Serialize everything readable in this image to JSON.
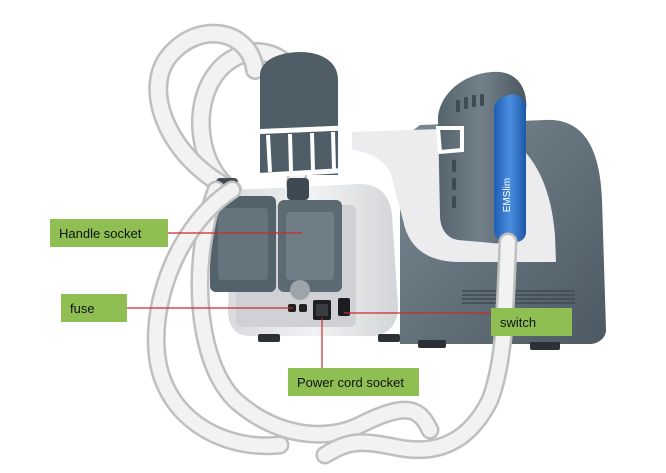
{
  "labels": {
    "handle_socket": "Handle socket",
    "fuse": "fuse",
    "switch": "switch",
    "power_cord_socket": "Power cord socket"
  },
  "device_logo": "EMSlim",
  "colors": {
    "callout_fill": "#8fbf52",
    "leader_line": "#cc2a2a",
    "body_light": "#e6e7e9",
    "body_dark": "#5f6e78",
    "handle_blue": "#2f72c9",
    "cable": "#eeeeee"
  }
}
